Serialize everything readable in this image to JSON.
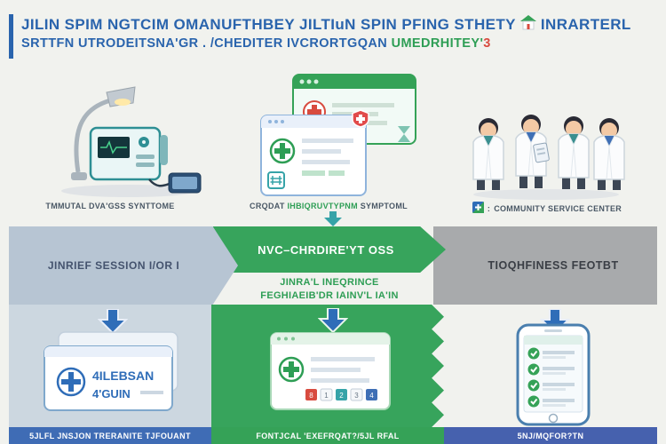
{
  "header": {
    "line1": "JILIN SPIM NGTCIM OMANUFTHBEY JILTIuN SPIN PFING STHETY",
    "line1_suffix": "INRARTERL",
    "line2_main": "SRTTFN UTRODEITSNA'GR . /CHEDITER IVCRORTGQAN ",
    "line2_green": "UMEDRHITEY'",
    "line2_red": "3"
  },
  "figures": {
    "device_caption": "TMMUTAL DVA'GSS SYNTTOME",
    "software_caption_left": "CRQDAT ",
    "software_caption_green": "IHBIQRUVTYPNM",
    "software_caption_right": " SYMPTOML",
    "doctors_caption_sep": ":",
    "doctors_caption": "COMMUNITY SERVICE CENTER"
  },
  "bands": {
    "left_label": "JINRIEF SESSION I/OR I",
    "middle_label": "NVC–CHRDIRE'YT OSS",
    "middle_sub1": "JINRA'L INEQRINCE",
    "middle_sub2": "FEGHIAEIB'DR IAINV'L IA'IN",
    "right_label": "TIOQHFINESS FEOTBT"
  },
  "card": {
    "line1": "4ILEBSAN",
    "line2": "4'GUIN"
  },
  "form_window": {
    "buttons": [
      "8",
      "1",
      "2",
      "3",
      "4"
    ]
  },
  "footer": {
    "left": "5JLFL JNSJON TRERANITE TJFOUANT",
    "middle": "FONTJCAL 'EXEFRQAT?/5JL RFAL",
    "right": "5NJ/MQFOR?TN"
  },
  "colors": {
    "accent_blue": "#2a64ad",
    "green": "#35a257",
    "light_blue_band": "#b7c5d3",
    "gray_band": "#a8aaac",
    "panel_blue": "#ccd7e0",
    "footer_blue": "#3f6cb5",
    "footer_right_blue": "#4661ae",
    "red": "#d84b3f"
  }
}
